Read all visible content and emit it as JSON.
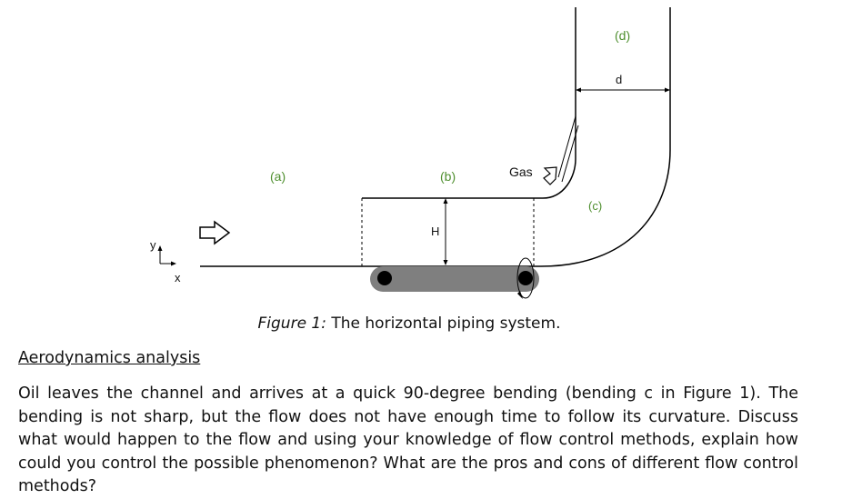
{
  "diagram": {
    "labels": {
      "a": "(a)",
      "b": "(b)",
      "c": "(c)",
      "d": "(d)",
      "gas": "Gas",
      "h": "H",
      "d_width": "d",
      "axis_y": "y",
      "axis_x": "x"
    },
    "colors": {
      "label_green": "#4f8f2f",
      "pipe_line": "#000000",
      "body_fill": "#7f7f7f",
      "wheel_fill": "#000000"
    },
    "icons": [
      "inlet-arrow-icon",
      "gas-arrow-icon",
      "rotation-arrow-icon"
    ]
  },
  "caption": {
    "prefix": "Figure 1:",
    "text": "The horizontal piping system."
  },
  "section": {
    "heading": "Aerodynamics analysis",
    "body": "Oil leaves the channel and arrives at a quick 90-degree bending (bending c in Figure 1). The bending is not sharp, but the flow does not have enough time to follow its curvature. Discuss what would happen to the flow and using your knowledge of flow control methods, explain how could you control the possible phenomenon? What are the pros and cons of different flow control methods?"
  }
}
